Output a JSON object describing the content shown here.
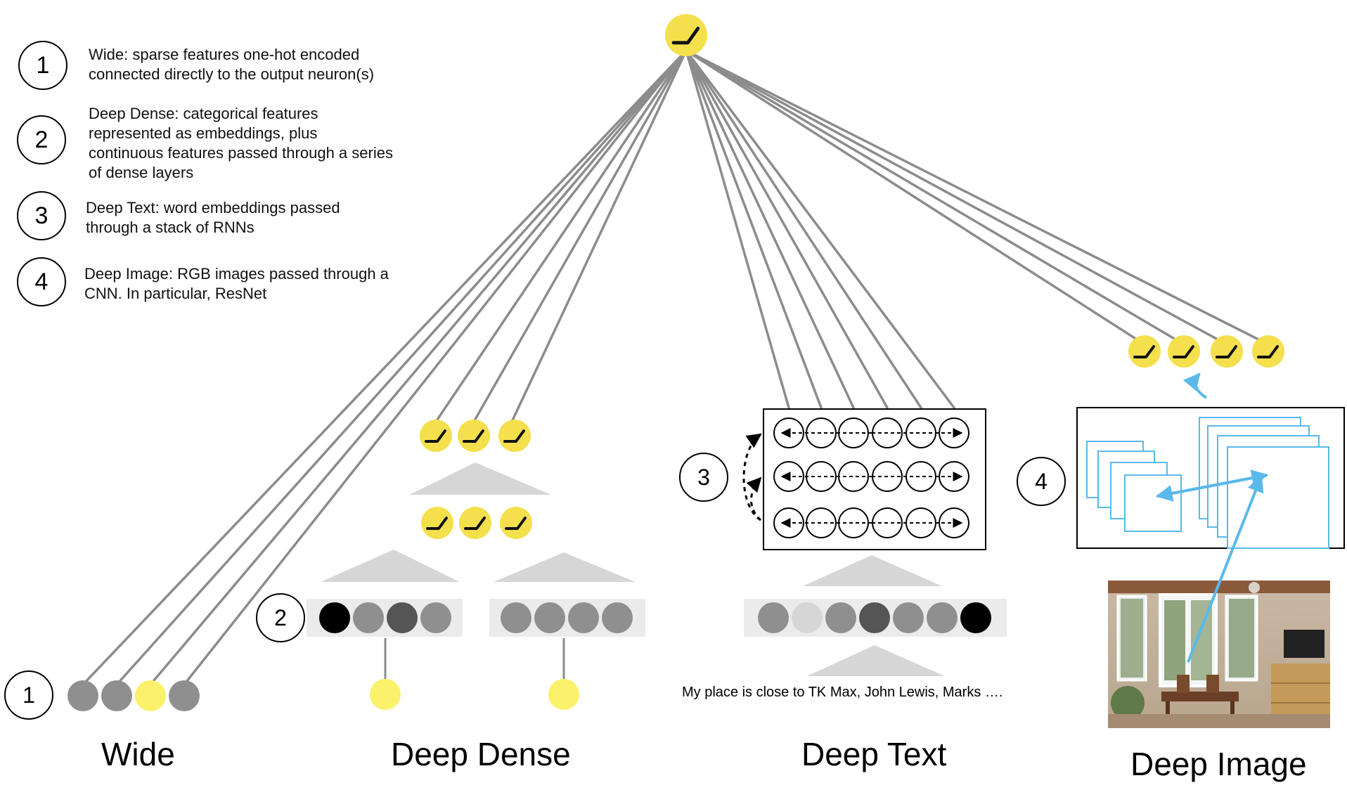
{
  "legend": [
    {
      "number": "1",
      "text": "Wide: sparse features one-hot encoded\nconnected directly to the output neuron(s)"
    },
    {
      "number": "2",
      "text": "Deep Dense: categorical features\nrepresented as embeddings, plus\ncontinuous features passed through a series\nof dense layers"
    },
    {
      "number": "3",
      "text": "Deep Text: word embeddings passed\nthrough a stack of RNNs"
    },
    {
      "number": "4",
      "text": "Deep Image: RGB images passed through a\nCNN. In particular, ResNet"
    }
  ],
  "branches": {
    "wide": {
      "title": "Wide",
      "number": "1"
    },
    "deep_dense": {
      "title": "Deep Dense",
      "number": "2"
    },
    "deep_text": {
      "title": "Deep Text",
      "number": "3",
      "input_text": "My place is close to TK Max, John Lewis, Marks …."
    },
    "deep_image": {
      "title": "Deep Image",
      "number": "4"
    }
  },
  "colors": {
    "neuron": "#f4e04d",
    "connection": "#8c8c8c",
    "layer_triangle": "#d6d6d6",
    "embedding_bar": "#ebebeb",
    "cnn_feature_map": "#5ab9ea",
    "frame": "#000000"
  },
  "icons": {
    "neuron": "relu-activation-icon",
    "rnn_cell": "bidirectional-arrow-icon",
    "photo": "dining-room-photo"
  }
}
